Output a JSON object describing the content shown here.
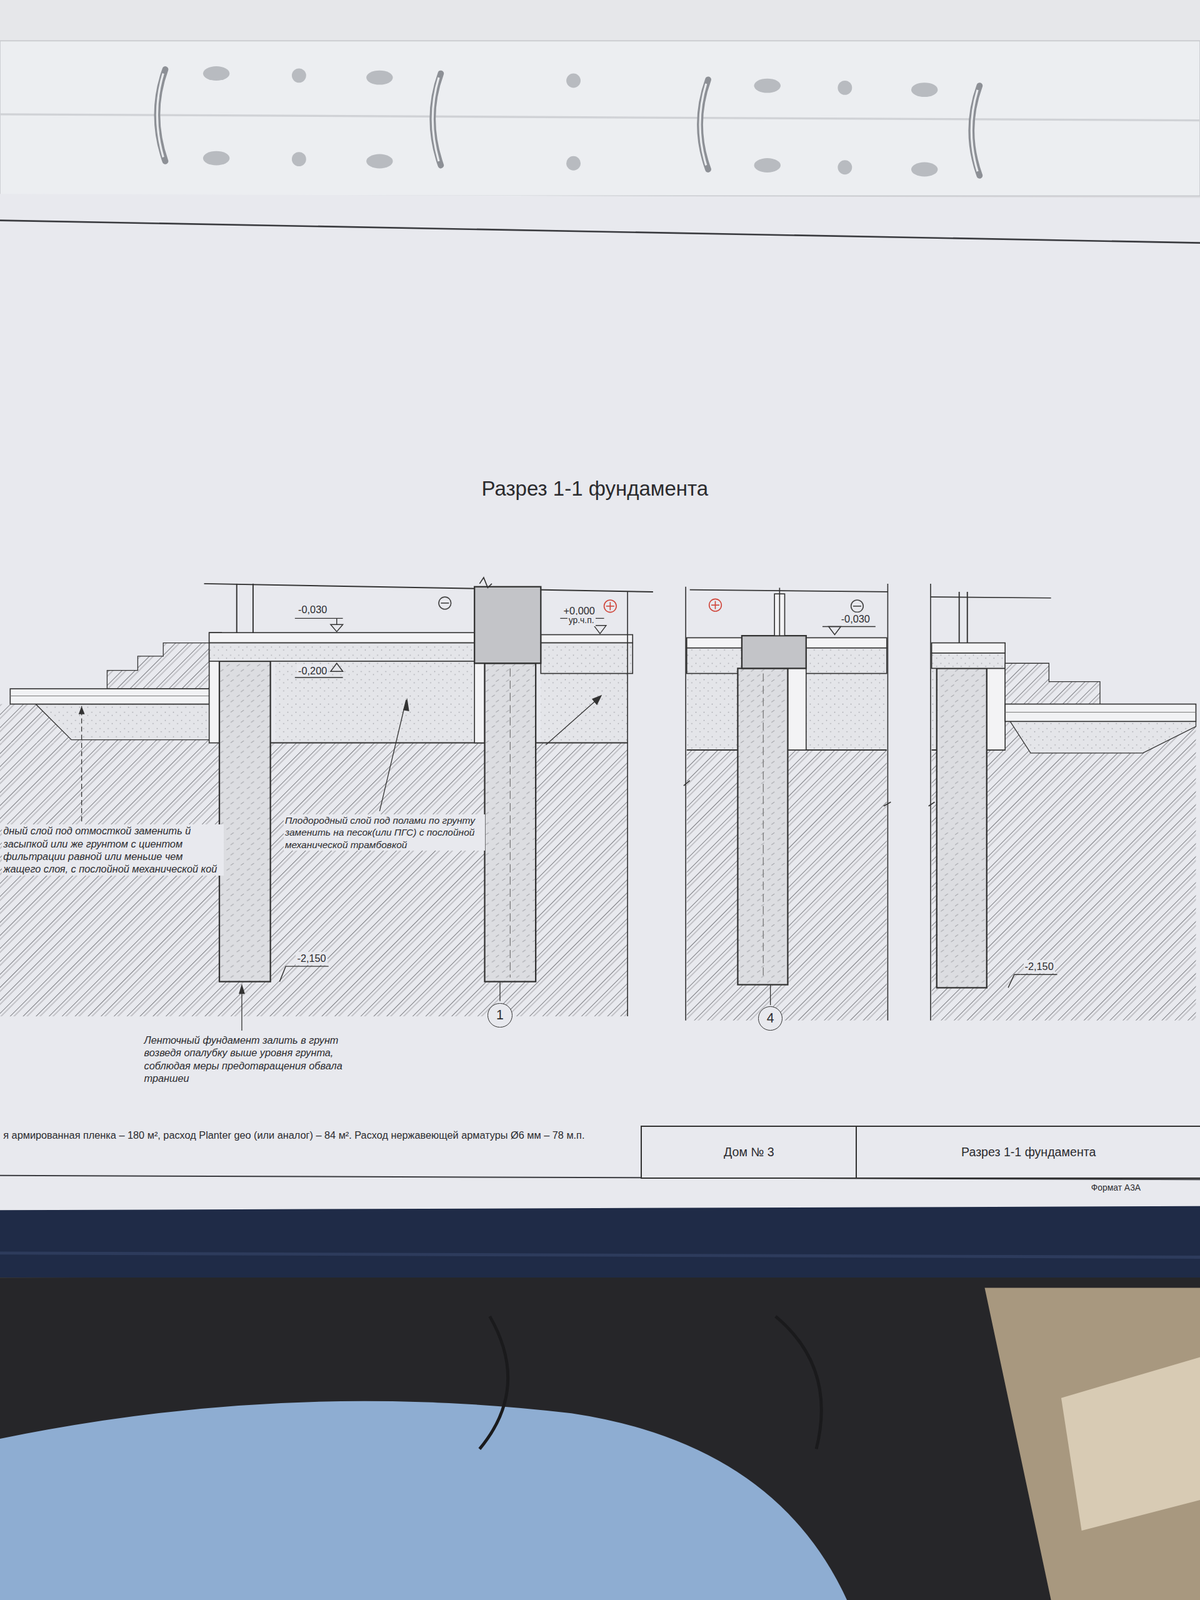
{
  "diagram": {
    "title": "Разрез 1-1 фундамента",
    "nodes": [
      {
        "text": [
          "1"
        ]
      },
      {
        "text": [
          "4"
        ]
      },
      {
        "text": [
          "Дом № 3"
        ]
      },
      {
        "text": [
          "Разрез 1-1 фундамента"
        ]
      }
    ],
    "labels": [
      "-0,030",
      "-0,200",
      "+0,000",
      "ур.ч.п.",
      "-0,030",
      "дный слой под отмосткой заменить й засыпкой или же грунтом с циентом фильтрации равной или меньше чем жащего слоя, с послойной механической кой",
      "Плодородный слой под полами по грунту заменить на песок(или ПГС) с послойной механической трамбовкой",
      "-2,150",
      "-2,150",
      "Ленточный фундамент залить в грунт возведя опалубку выше уровня грунта, соблюдая меры предотвращения обвала траншеи",
      "я армированная пленка – 180 м², расход Planter geo (или аналог) – 84 м². Расход нержавеющей арматуры Ø6 мм – 78 м.п.",
      "Формат А3А"
    ]
  }
}
